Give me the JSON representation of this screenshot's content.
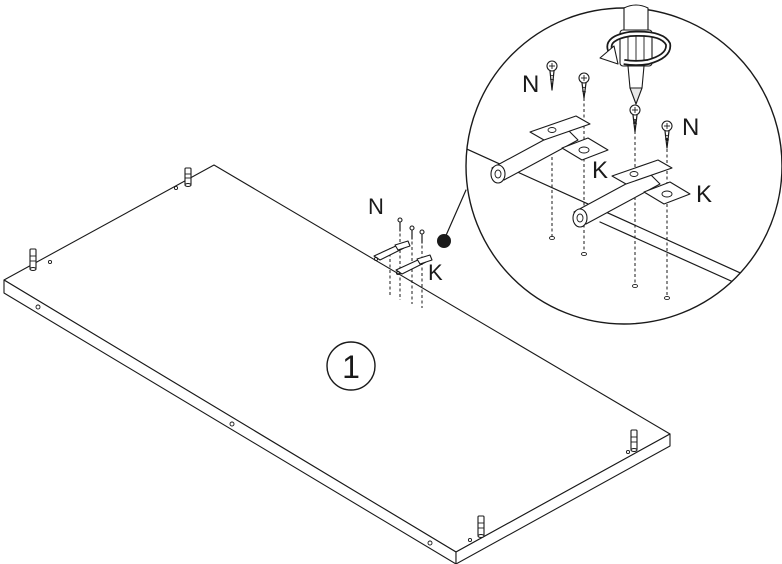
{
  "step": {
    "number": "1"
  },
  "labels": {
    "screw": "N",
    "bracket": "K"
  },
  "icons": {
    "screwdriver": "screwdriver-icon",
    "rotation": "rotation-arrow-icon",
    "callout": "callout-dot-icon"
  }
}
